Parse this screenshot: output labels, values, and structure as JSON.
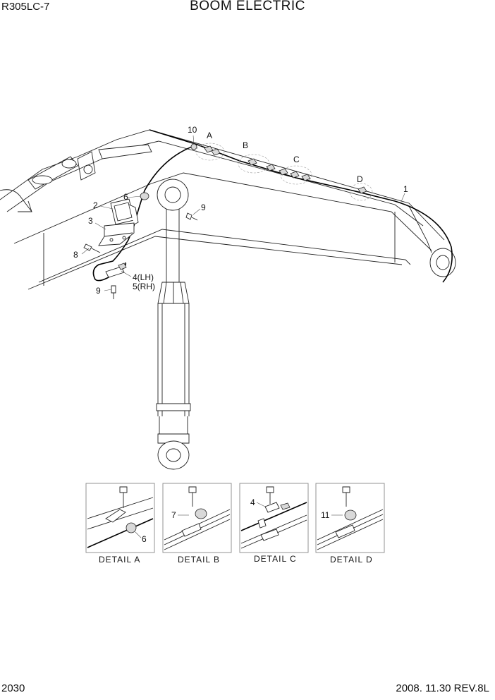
{
  "header": {
    "model": "R305LC-7",
    "title": "BOOM ELECTRIC"
  },
  "footer": {
    "page_number": "2030",
    "date_revision": "2008. 11.30  REV.8L"
  },
  "callouts": {
    "c1": "1",
    "c2": "2",
    "c3": "3",
    "c4lh": "4(LH)",
    "c5rh": "5(RH)",
    "c6": "6",
    "c8": "8",
    "c9a": "9",
    "c9b": "9",
    "c10": "10",
    "detA": "A",
    "detB": "B",
    "detC": "C",
    "detD": "D"
  },
  "details": [
    {
      "caption": "DETAIL  A",
      "part": "6"
    },
    {
      "caption": "DETAIL  B",
      "part": "7"
    },
    {
      "caption": "DETAIL  C",
      "part": "4"
    },
    {
      "caption": "DETAIL  D",
      "part": "11"
    }
  ]
}
